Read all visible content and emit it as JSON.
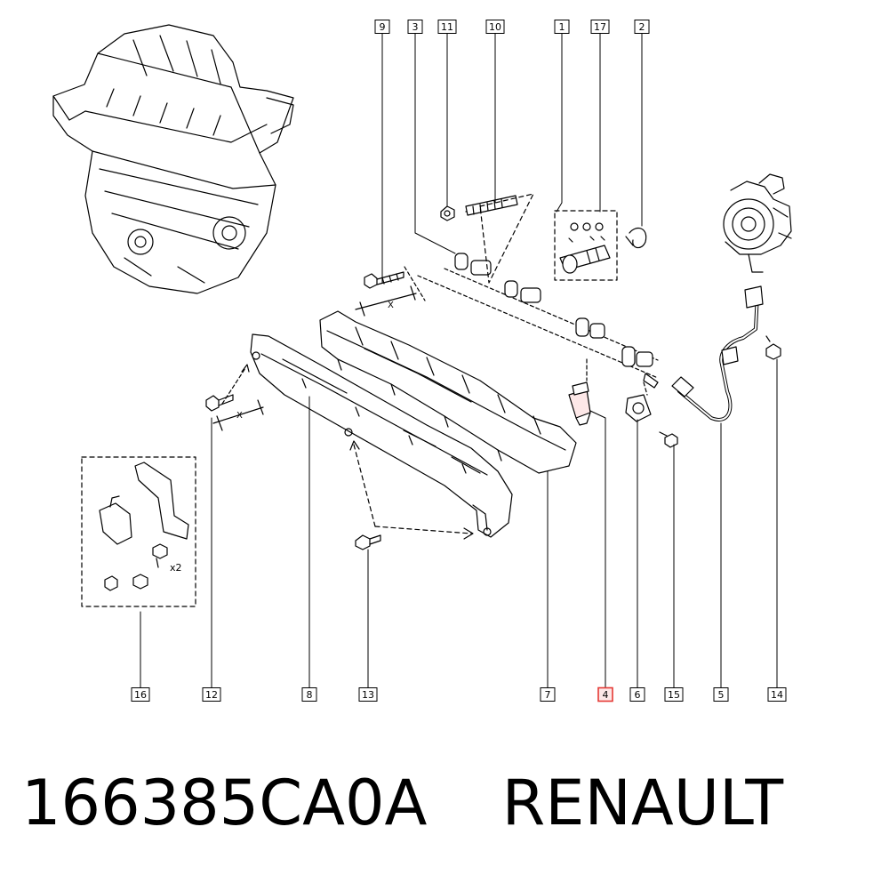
{
  "callouts": {
    "top": [
      "9",
      "3",
      "11",
      "10",
      "1",
      "17",
      "2"
    ],
    "bottom": [
      "16",
      "12",
      "8",
      "13",
      "7",
      "4",
      "6",
      "15",
      "5",
      "14"
    ],
    "highlighted": "4"
  },
  "annotations": {
    "dimension_upper": "X",
    "dimension_lower": "X",
    "quantity": "x2"
  },
  "caption": {
    "part_number": "166385CA0A",
    "brand": "RENAULT"
  },
  "colors": {
    "line": "#000000",
    "highlight": "#e53935",
    "highlight_fill": "#fde8e8"
  }
}
